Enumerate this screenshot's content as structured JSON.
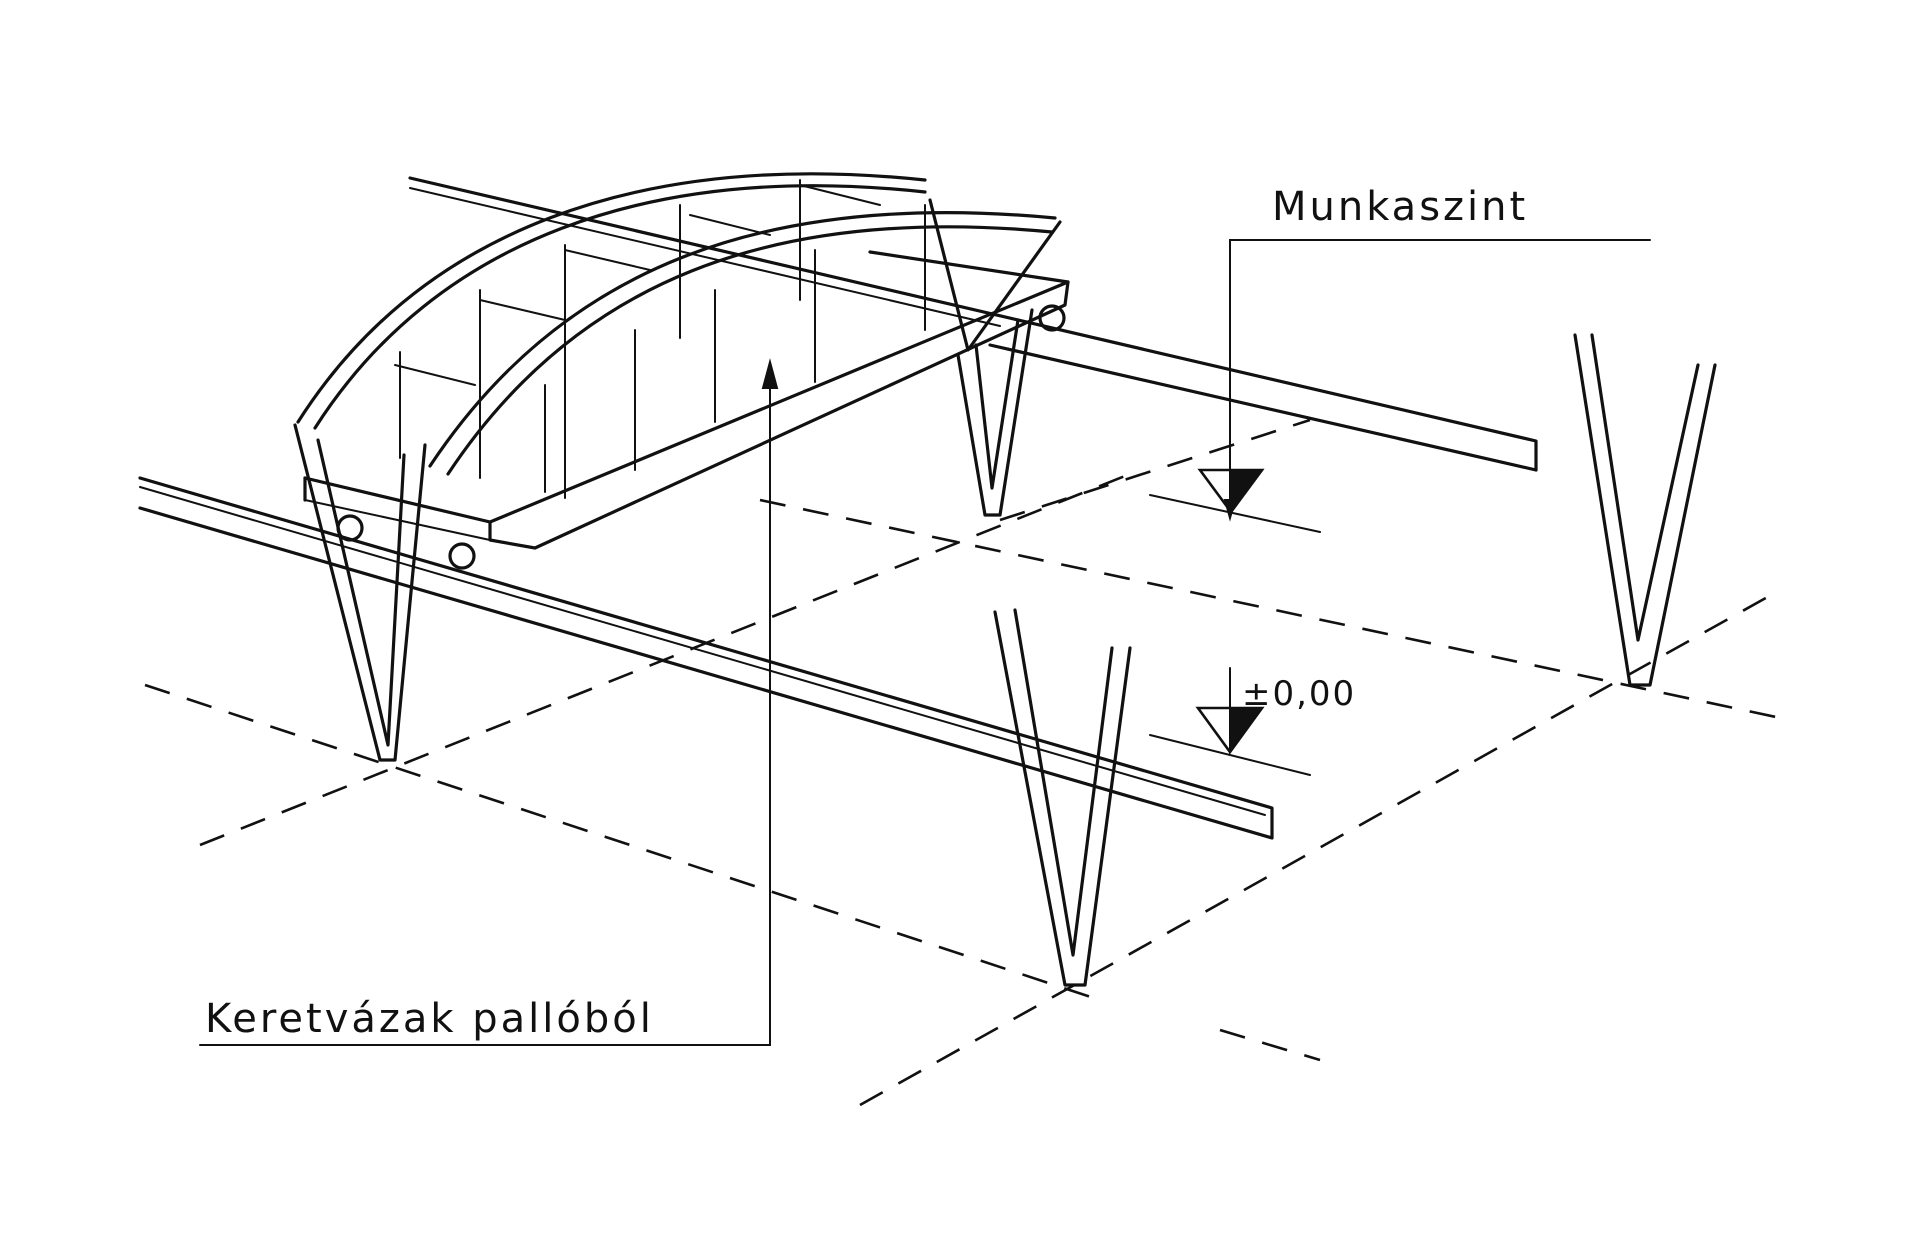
{
  "labels": {
    "work_level": "Munkaszint",
    "ground_level": "±0,00",
    "frames": "Keretvázak pallóból"
  }
}
